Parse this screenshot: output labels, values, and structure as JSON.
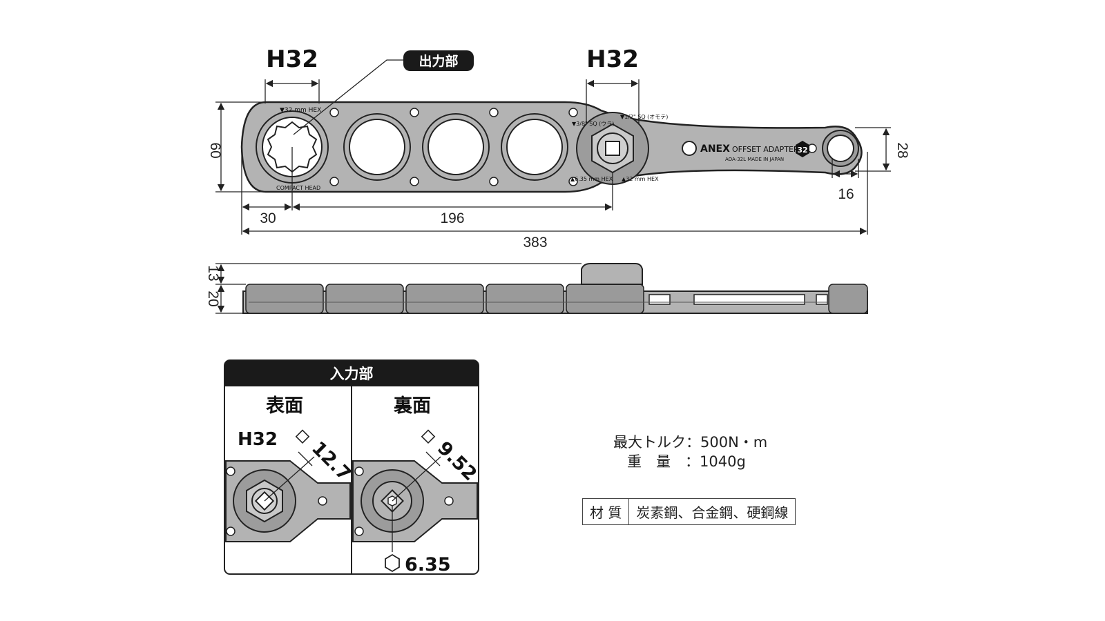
{
  "dimensions": {
    "h32_left": "H32",
    "h32_right": "H32",
    "output_label": "出力部",
    "height": "60",
    "left_offset": "30",
    "center_distance": "196",
    "total_length": "383",
    "end_height": "28",
    "end_width": "16",
    "side_height_a": "13",
    "side_height_b": "20"
  },
  "tool_engraving": {
    "brand": "ANEX",
    "product": "OFFSET ADAPTER",
    "model": "AOA-32L  MADE IN JAPAN",
    "size_badge": "32",
    "hex_label_left": "▼32 mm HEX",
    "compact_head": "COMPACT HEAD",
    "sq_38": "▼3/8\" SQ (ウラ)",
    "sq_12": "▼1/2\" SQ (オモテ)",
    "hex_635": "▲6.35 mm HEX",
    "hex_32": "▲32 mm HEX"
  },
  "input_panel": {
    "title": "入力部",
    "front_title": "表面",
    "back_title": "裏面",
    "front_h": "H32",
    "front_sq": "12.7",
    "back_sq": "9.52",
    "back_hex": "6.35"
  },
  "specs": {
    "torque": "最大トルク：500N・m",
    "weight": "重　量　：1040g",
    "material_label": "材 質",
    "material_value": "炭素鋼、合金鋼、硬鋼線"
  },
  "colors": {
    "body": "#b3b3b3",
    "outline": "#222222",
    "label_bg": "#1a1a1a"
  }
}
